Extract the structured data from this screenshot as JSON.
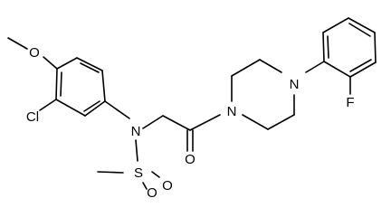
{
  "structure": {
    "atoms": {
      "o_methoxy": "O",
      "cl": "Cl",
      "n_sulfonamide": "N",
      "s": "S",
      "o_sulfonyl_1": "O",
      "o_sulfonyl_2": "O",
      "o_carbonyl": "O",
      "n_piperazine_1": "N",
      "n_piperazine_2": "N",
      "f": "F"
    }
  }
}
